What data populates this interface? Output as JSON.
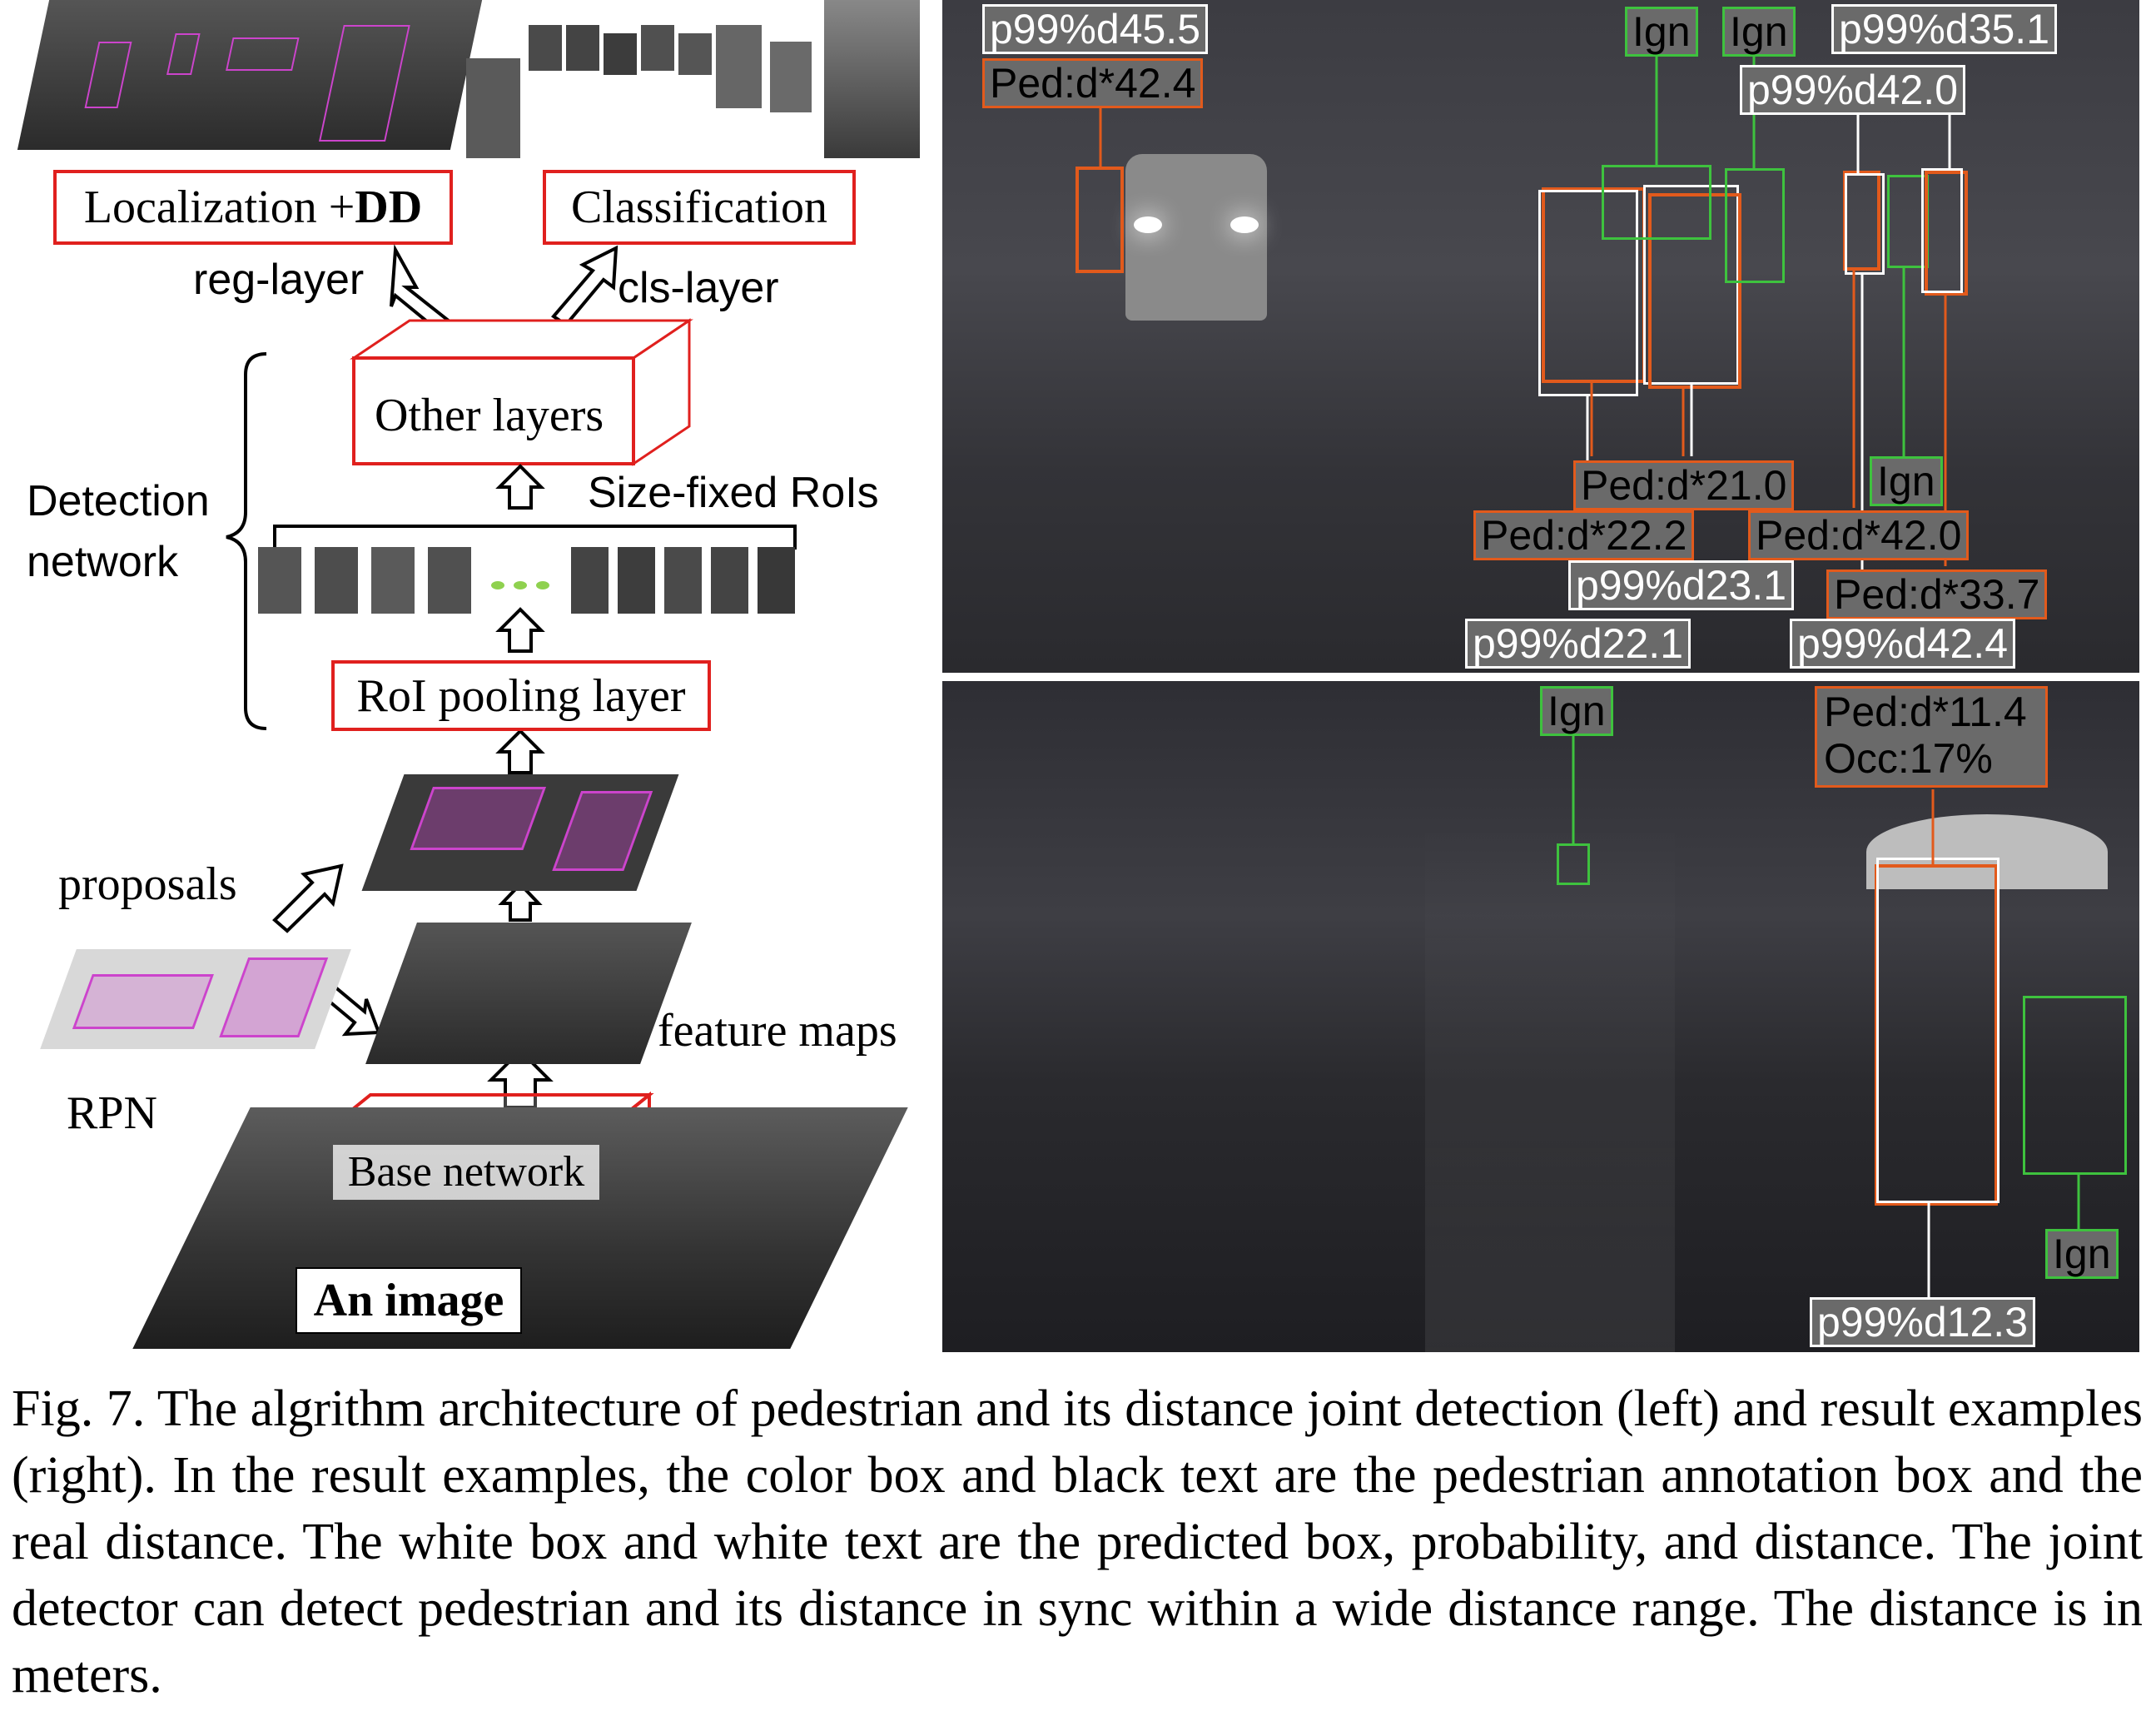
{
  "left": {
    "localization_label": "Localization + ",
    "localization_bold": "DD",
    "classification_label": "Classification",
    "reg_layer": "reg-layer",
    "cls_layer": "cls-layer",
    "other_layers": "Other layers",
    "size_fixed_rois": "Size-fixed RoIs",
    "detection_network_line1": "Detection",
    "detection_network_line2": "network",
    "roi_pooling": "RoI pooling layer",
    "proposals": "proposals",
    "feature_maps": "feature maps",
    "rpn": "RPN",
    "base_network": "Base network",
    "an_image": "An image",
    "colors": {
      "box_red": "#e0201e",
      "proposal_magenta": "#cc44cc",
      "dots_green": "#8fd14f"
    }
  },
  "right_top": {
    "tags": [
      {
        "text": "p99%d45.5",
        "kind": "pred"
      },
      {
        "text": "Ped:d*42.4",
        "kind": "ped"
      },
      {
        "text": "Ign",
        "kind": "ign"
      },
      {
        "text": "Ign",
        "kind": "ign"
      },
      {
        "text": "p99%d35.1",
        "kind": "pred"
      },
      {
        "text": "p99%d42.0",
        "kind": "pred"
      },
      {
        "text": "Ped:d*21.0",
        "kind": "ped"
      },
      {
        "text": "Ign",
        "kind": "ign"
      },
      {
        "text": "Ped:d*22.2",
        "kind": "ped"
      },
      {
        "text": "Ped:d*42.0",
        "kind": "ped"
      },
      {
        "text": "p99%d23.1",
        "kind": "pred"
      },
      {
        "text": "Ped:d*33.7",
        "kind": "ped"
      },
      {
        "text": "p99%d22.1",
        "kind": "pred"
      },
      {
        "text": "p99%d42.4",
        "kind": "pred"
      }
    ]
  },
  "right_bottom": {
    "tags": [
      {
        "text": "Ign",
        "kind": "ign"
      },
      {
        "text": "Ped:d*11.4",
        "kind": "ped"
      },
      {
        "text": "Occ:17%",
        "kind": "ped"
      },
      {
        "text": "Ign",
        "kind": "ign"
      },
      {
        "text": "p99%d12.3",
        "kind": "pred"
      }
    ]
  },
  "caption": "Fig. 7.  The algrithm architecture of pedestrian and its distance joint detection (left) and result examples (right). In the result examples, the color box and black text are the pedestrian annotation box and the real distance. The white box and white text are the predicted box, probability, and distance. The joint detector can detect pedestrian and its distance in sync within a wide distance range. The distance is in meters."
}
